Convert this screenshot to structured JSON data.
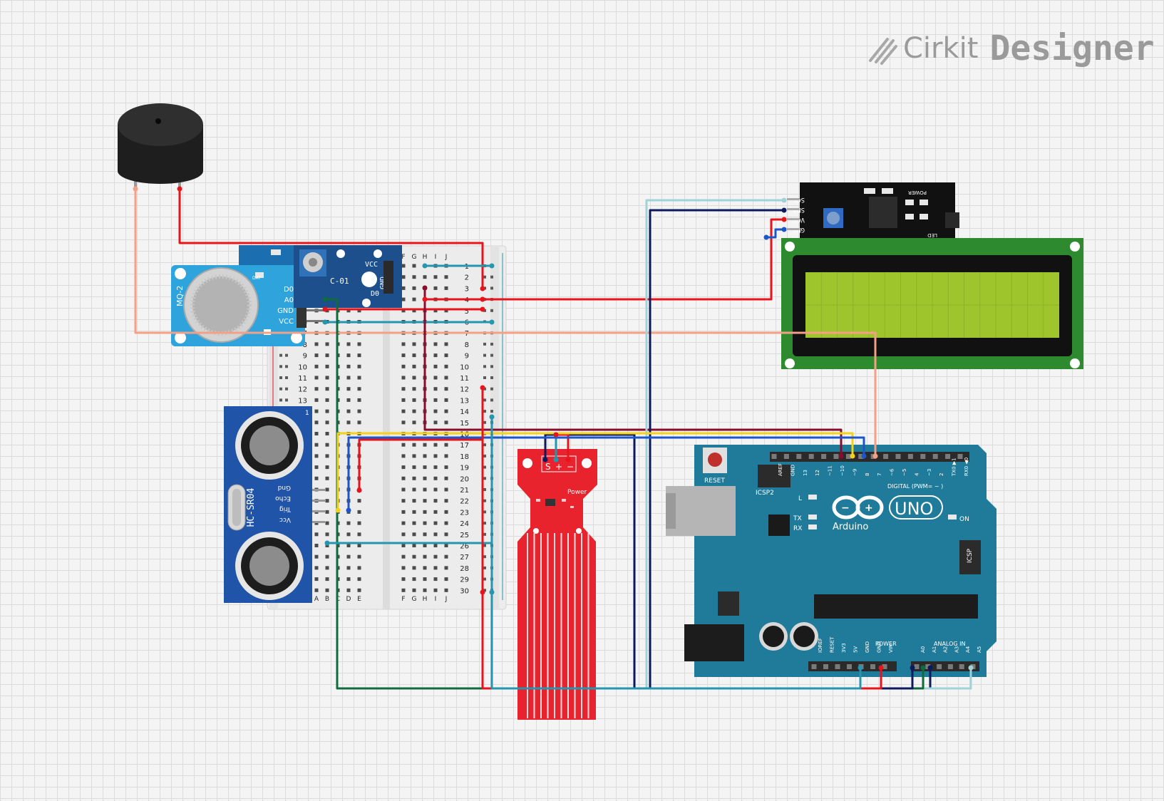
{
  "brand": {
    "name_light": "Cirkit",
    "name_bold": "Designer"
  },
  "components": {
    "buzzer": {
      "icon": "piezo-buzzer"
    },
    "mq2": {
      "title": "MQ-2",
      "pins": [
        "D0",
        "A0",
        "GND",
        "VCC"
      ],
      "tag": "DAT"
    },
    "ir_sensor": {
      "title": "C-01",
      "pins": [
        "VCC",
        "GND",
        "D0"
      ]
    },
    "ultrasonic": {
      "title": "HC-SR04",
      "pins": [
        "Gnd",
        "Echo",
        "Trig",
        "Vcc"
      ],
      "num": "1"
    },
    "water_sensor": {
      "pins": [
        "S",
        "+",
        "−"
      ],
      "led_label": "Power"
    },
    "lcd_i2c": {
      "pins": [
        "SCL",
        "SDA",
        "VCC",
        "GND"
      ],
      "backpack_labels": [
        "POWER",
        "LED"
      ]
    },
    "arduino": {
      "reset_label": "RESET",
      "icsp2_label": "ICSP2",
      "icsp_label": "ICSP",
      "l_label": "L",
      "tx_label": "TX",
      "rx_label": "RX",
      "on_label": "ON",
      "brand": "Arduino",
      "model": "UNO",
      "digital_label": "DIGITAL (PWM= ~ )",
      "digital_pins": [
        "AREF",
        "GND",
        "13",
        "12",
        "~11",
        "~10",
        "~9",
        "8",
        "7",
        "~6",
        "~5",
        "4",
        "~3",
        "2",
        "TX0 ▶1",
        "RX0 ◀0"
      ],
      "power_label": "POWER",
      "power_pins": [
        "IOREF",
        "RESET",
        "3V3",
        "5V",
        "GND",
        "GND",
        "VIN"
      ],
      "analog_label": "ANALOG IN",
      "analog_pins": [
        "A0",
        "A1",
        "A2",
        "A3",
        "A4",
        "A5"
      ]
    },
    "breadboard": {
      "left_cols": [
        "A",
        "B",
        "C",
        "D",
        "E"
      ],
      "right_cols": [
        "F",
        "G",
        "H",
        "I",
        "J"
      ],
      "rows": [
        "1",
        "2",
        "3",
        "4",
        "5",
        "6",
        "7",
        "8",
        "9",
        "10",
        "11",
        "12",
        "13",
        "14",
        "15",
        "16",
        "17",
        "18",
        "19",
        "20",
        "21",
        "22",
        "23",
        "24",
        "25",
        "26",
        "27",
        "28",
        "29",
        "30"
      ]
    }
  },
  "wire_colors": {
    "red": "#e8141b",
    "salmon": "#f5a084",
    "navy": "#0b1a5e",
    "lightblue": "#9fd3d8",
    "teal": "#2496b0",
    "maroon": "#8a0c2c",
    "green": "#0f6b3d",
    "yellow": "#f3d21b",
    "blue": "#1c56c8"
  }
}
